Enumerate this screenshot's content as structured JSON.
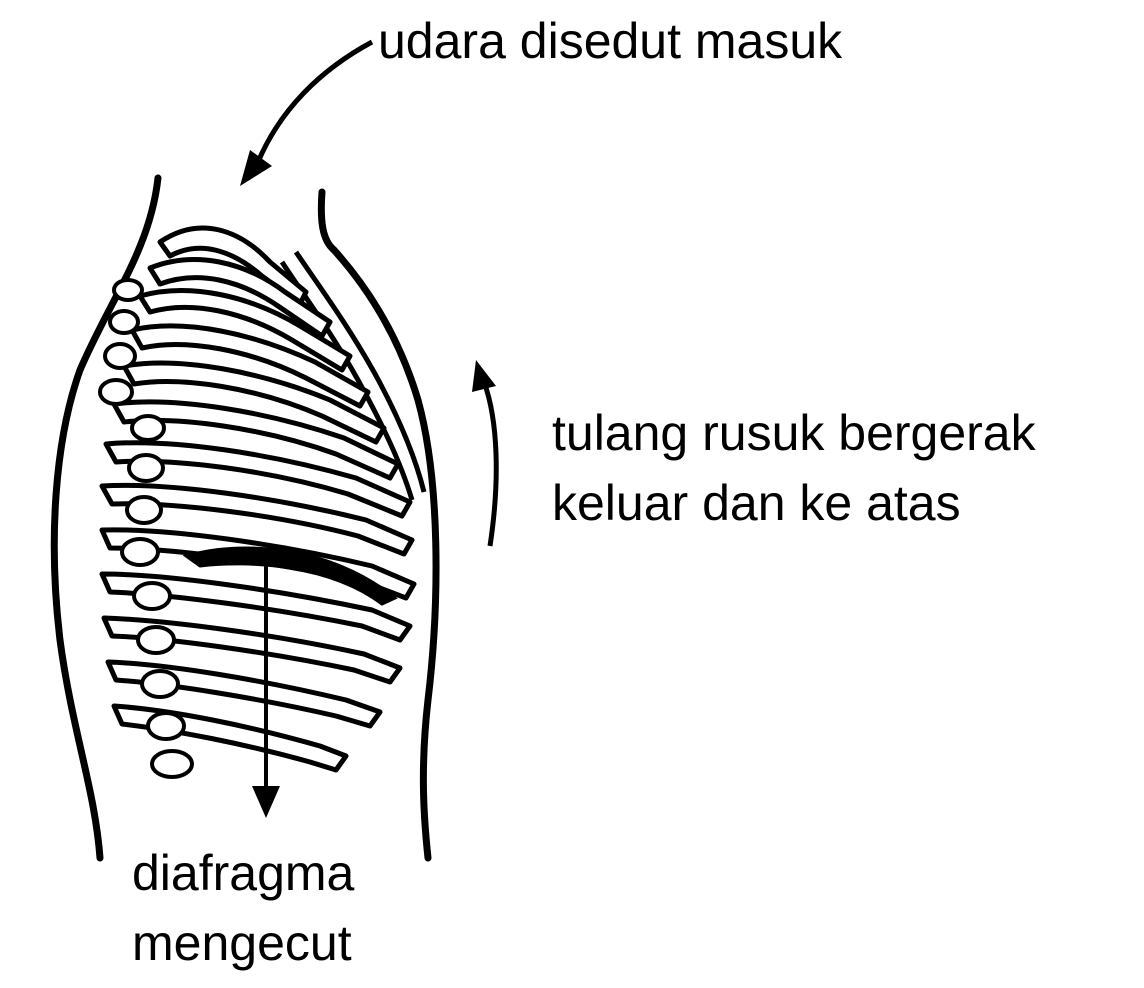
{
  "labels": {
    "air_in": "udara disedut masuk",
    "ribs_line1": "tulang rusuk bergerak",
    "ribs_line2": "keluar dan ke atas",
    "diaphragm_line1": "diafragma",
    "diaphragm_line2": "mengecut"
  },
  "colors": {
    "ink": "#000000",
    "background": "#ffffff"
  }
}
